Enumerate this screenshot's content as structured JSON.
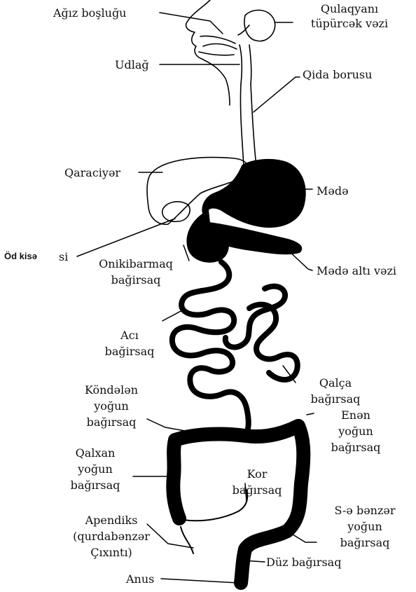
{
  "labels": {
    "agiz": "Ağız boşluğu",
    "qulaqyani_1": "Qulaqyanı",
    "qulaqyani_2": "tüpürcək vəzi",
    "udlag": "Udlağ",
    "qida": "Qida borusu",
    "qaraciyer": "Qaraciyər",
    "mede": "Mədə",
    "od_kise_1": "Öd kisə",
    "od_kise_2": "si",
    "onikibarmaq_1": "Onikibarmaq",
    "onikibarmaq_2": "bağirsaq",
    "mede_alti": "Mədə altı vəzi",
    "aci_1": "Acı",
    "aci_2": "bağirsaq",
    "qalca_1": "Qalça",
    "qalca_2": "bağırsaq",
    "kondelen_1": "Köndələn",
    "kondelen_2": "yoğun",
    "kondelen_3": "bağırsaq",
    "enen_1": "Enən",
    "enen_2": "yoğun",
    "enen_3": "bağırsaq",
    "qalxan_1": "Qalxan",
    "qalxan_2": "yoğun",
    "qalxan_3": "bağırsaq",
    "kor_1": "Kor",
    "kor_2": "bağırsaq",
    "se_1": "S-ə bənzər",
    "se_2": "yoğun",
    "se_3": "bağırsaq",
    "apendiks_1": "Apendiks",
    "apendiks_2": "(qurdabənzər",
    "apendiks_3": "Çıxıntı)",
    "duz": "Düz bağırsaq",
    "anus": "Anus"
  }
}
